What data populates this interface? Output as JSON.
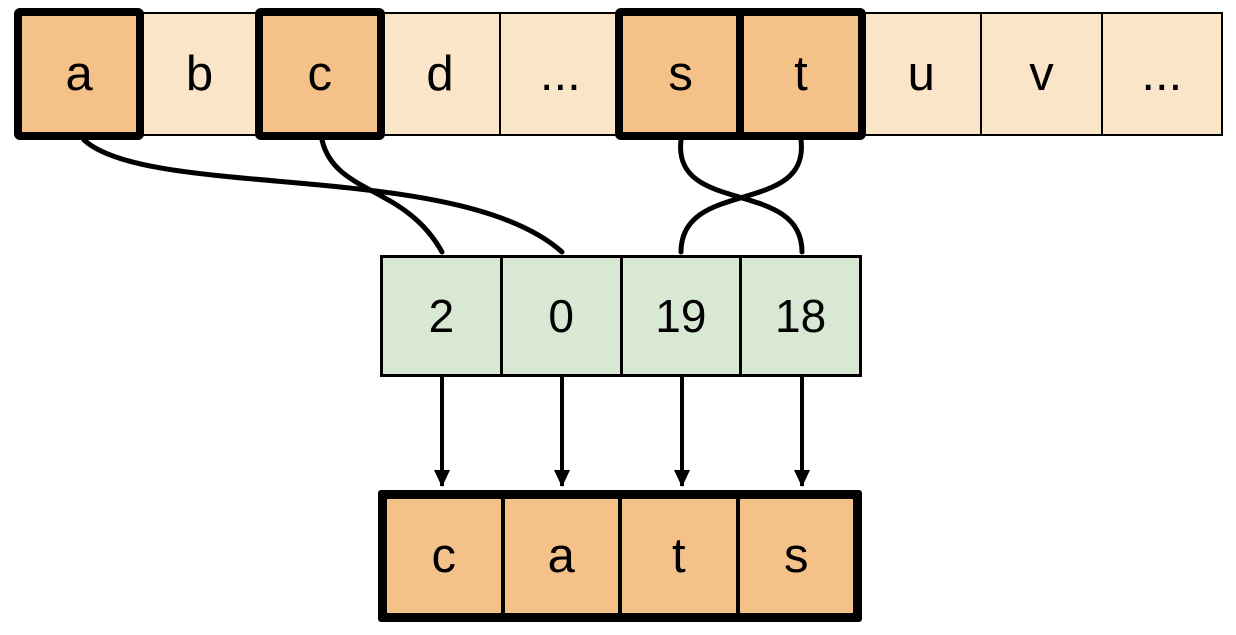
{
  "colors": {
    "light_orange": "#fae5c9",
    "dark_orange": "#f4c189",
    "green": "#d9e8d2",
    "line": "#000000",
    "background": "#ffffff"
  },
  "alphabet_row": {
    "cells": [
      {
        "label": "a",
        "highlighted": true
      },
      {
        "label": "b",
        "highlighted": false
      },
      {
        "label": "c",
        "highlighted": true
      },
      {
        "label": "d",
        "highlighted": false
      },
      {
        "label": "...",
        "highlighted": false
      },
      {
        "label": "s",
        "highlighted": true
      },
      {
        "label": "t",
        "highlighted": true
      },
      {
        "label": "u",
        "highlighted": false
      },
      {
        "label": "v",
        "highlighted": false
      },
      {
        "label": "...",
        "highlighted": false
      }
    ]
  },
  "index_row": {
    "cells": [
      {
        "value": "2"
      },
      {
        "value": "0"
      },
      {
        "value": "19"
      },
      {
        "value": "18"
      }
    ]
  },
  "output_row": {
    "cells": [
      {
        "label": "c"
      },
      {
        "label": "a"
      },
      {
        "label": "t"
      },
      {
        "label": "s"
      }
    ]
  },
  "mappings": [
    {
      "from_letter": "a",
      "to_index": "0"
    },
    {
      "from_letter": "c",
      "to_index": "2"
    },
    {
      "from_letter": "s",
      "to_index": "18"
    },
    {
      "from_letter": "t",
      "to_index": "19"
    }
  ]
}
